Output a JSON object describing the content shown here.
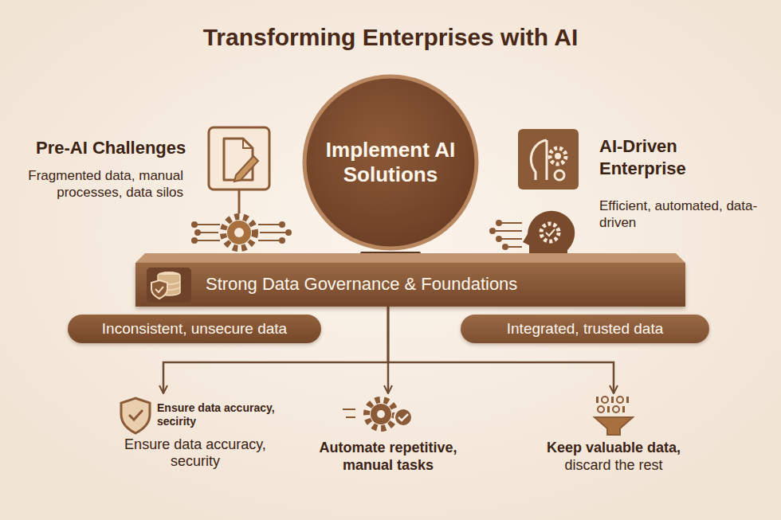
{
  "diagram": {
    "title": "Transforming Enterprises with AI",
    "nodes": [
      {
        "text": [
          "Implement AI Solutions"
        ]
      },
      {
        "text": [
          "Strong Data Governance & Foundations"
        ]
      },
      {
        "text": [
          "Inconsistent, unsecure data"
        ]
      },
      {
        "text": [
          "Integrated, trusted data"
        ]
      },
      {
        "text": [
          "Ensure data accuracy, secirity",
          "Ensure data accuracy, security"
        ]
      },
      {
        "text": [
          "Automate repetitive, manual tasks"
        ]
      },
      {
        "text": [
          "Keep valuable data,",
          "discard the rest"
        ]
      }
    ],
    "edges": [
      {
        "from": 1,
        "to": 4,
        "arrow": "to"
      },
      {
        "from": 1,
        "to": 5,
        "arrow": "to"
      },
      {
        "from": 1,
        "to": 6,
        "arrow": "to"
      }
    ],
    "labels": [
      "Pre-AI Challenges",
      "Fragmented data, manual processes, data silos",
      "AI-Driven Enterprise",
      "Efficient, automated, data-driven"
    ]
  }
}
